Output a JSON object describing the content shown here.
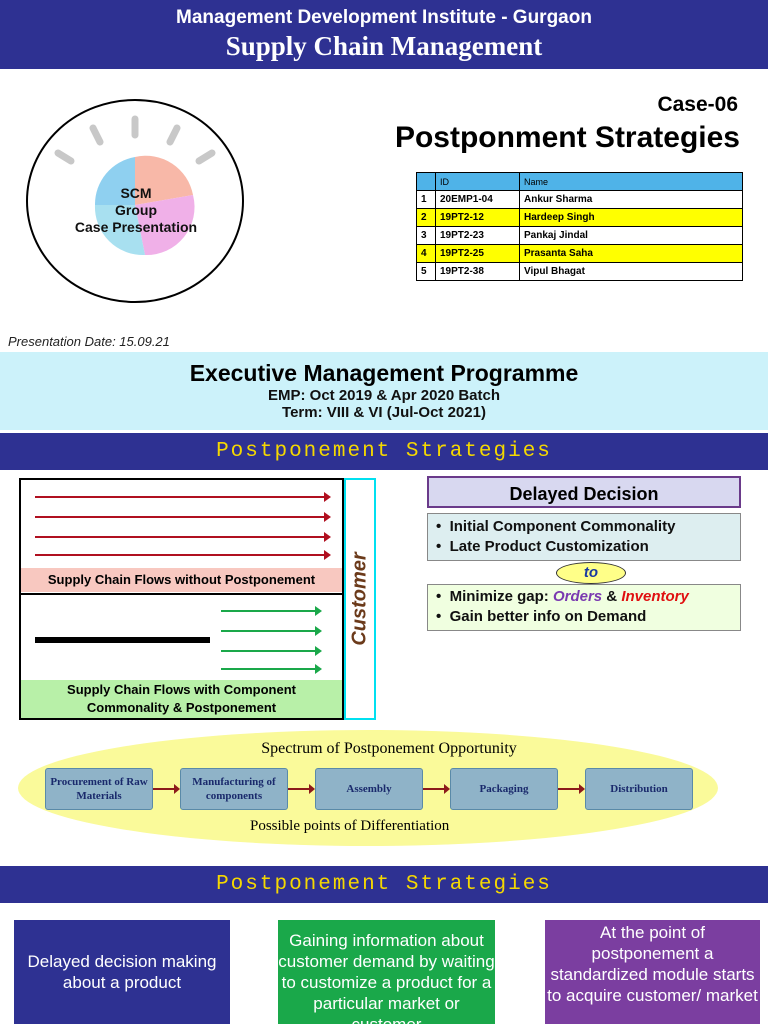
{
  "header": {
    "institute": "Management Development Institute - Gurgaon",
    "course": "Supply Chain Management"
  },
  "case": {
    "number": "Case-06",
    "title": "Postponment Strategies"
  },
  "logo": {
    "line1": "SCM",
    "line2": "Group",
    "line3": "Case Presentation"
  },
  "team": {
    "columns": [
      "",
      "ID",
      "Name"
    ],
    "rows": [
      {
        "no": "1",
        "id": "20EMP1-04",
        "name": "Ankur Sharma"
      },
      {
        "no": "2",
        "id": "19PT2-12",
        "name": "Hardeep Singh"
      },
      {
        "no": "3",
        "id": "19PT2-23",
        "name": "Pankaj Jindal"
      },
      {
        "no": "4",
        "id": "19PT2-25",
        "name": "Prasanta Saha"
      },
      {
        "no": "5",
        "id": "19PT2-38",
        "name": "Vipul Bhagat"
      }
    ]
  },
  "presentation_date": "Presentation Date: 15.09.21",
  "programme": {
    "title": "Executive Management Programme",
    "batch": "EMP: Oct 2019 & Apr 2020 Batch",
    "term": "Term: VIII & VI (Jul-Oct 2021)"
  },
  "section1_title": "Postponement Strategies",
  "flows": {
    "without_label": "Supply Chain Flows without Postponement",
    "with_label": "Supply Chain Flows with Component Commonality & Postponement",
    "customer": "Customer"
  },
  "delayed_decision": {
    "title": "Delayed Decision",
    "bullets": [
      "Initial Component Commonality",
      "Late Product Customization"
    ],
    "to": "to",
    "gap_prefix": "Minimize gap: ",
    "orders": "Orders",
    "amp": " & ",
    "inventory": "Inventory",
    "info": "Gain better info on Demand"
  },
  "spectrum": {
    "title": "Spectrum of Postponement Opportunity",
    "stages": [
      "Procurement of Raw Materials",
      "Manufacturing of components",
      "Assembly",
      "Packaging",
      "Distribution"
    ],
    "footer": "Possible points of Differentiation"
  },
  "section2_title": "Postponement Strategies",
  "bottom_boxes": [
    {
      "text": "Delayed decision making about a product",
      "color": "#2e3192"
    },
    {
      "text": "Gaining information about customer demand by waiting to customize a product for a particular market or customer",
      "color": "#1aa84a"
    },
    {
      "text": "At the point of postponement a standardized module starts to acquire customer/ market",
      "color": "#7b3ea0"
    }
  ],
  "colors": {
    "banner": "#2e3192",
    "programme_bg": "#ccf2fa",
    "section_title": "#f5d800",
    "red_arrows": "#b01020",
    "green_arrows": "#1aa84a"
  }
}
